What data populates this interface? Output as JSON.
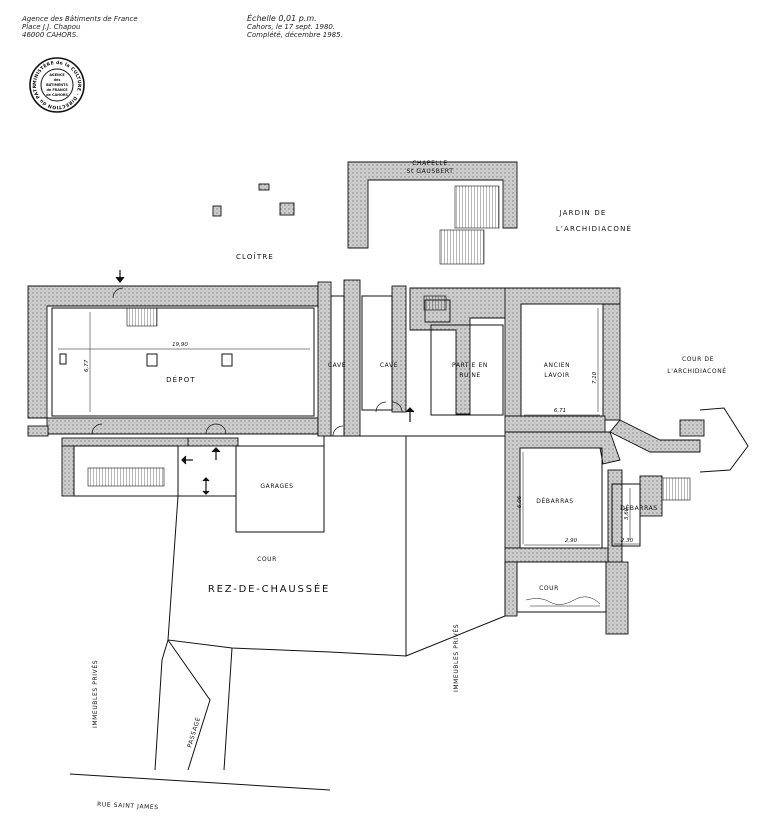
{
  "header": {
    "agency_line1": "Agence des Bâtiments de France",
    "agency_line2": "Place J.J. Chapou",
    "agency_line3": "46000 CAHORS.",
    "scale_line1": "Échelle 0,01 p.m.",
    "scale_line2": "Cahors, le 17 sept. 1980.",
    "scale_line3": "Complété, décembre 1985."
  },
  "stamp": {
    "ring_text": "MINISTÈRE de la CULTURE · DIRECTION du PATRIMOINE",
    "center_line1": "AGENCE",
    "center_line2": "des",
    "center_line3": "BÂTIMENTS",
    "center_line4": "de FRANCE",
    "center_line5": "de CAHORS"
  },
  "labels": {
    "chapelle_line1": "CHAPELLE",
    "chapelle_line2": "St GAUSBERT",
    "jardin_line1": "JARDIN DE",
    "jardin_line2": "L'ARCHIDIACONÉ",
    "cloitre": "CLOÎTRE",
    "depot": "DÉPOT",
    "cave1": "CAVE",
    "cave2": "CAVE",
    "ruine_line1": "PARTIE EN",
    "ruine_line2": "RUINE",
    "lavoir_line1": "ANCIEN",
    "lavoir_line2": "LAVOIR",
    "cour_arch_line1": "COUR DE",
    "cour_arch_line2": "L'ARCHIDIACONÉ",
    "garages": "GARAGES",
    "debarras1": "DÉBARRAS",
    "debarras2": "DÉBARRAS",
    "cour_main": "COUR",
    "cour_small": "COUR",
    "title": "REZ-DE-CHAUSSÉE",
    "immeubles_left": "IMMEUBLES PRIVÉS",
    "immeubles_right": "IMMEUBLES PRIVÉS",
    "passage": "PASSAGE",
    "street": "RUE SAINT JAMES"
  },
  "dimensions": {
    "depot_length": "19,90",
    "depot_width": "6,77",
    "lavoir_width": "6,71",
    "lavoir_height": "7,10",
    "debarras1_height": "6,06",
    "debarras1_width": "2,90",
    "debarras2_width": "2,30",
    "debarras2_height": "3,60"
  }
}
